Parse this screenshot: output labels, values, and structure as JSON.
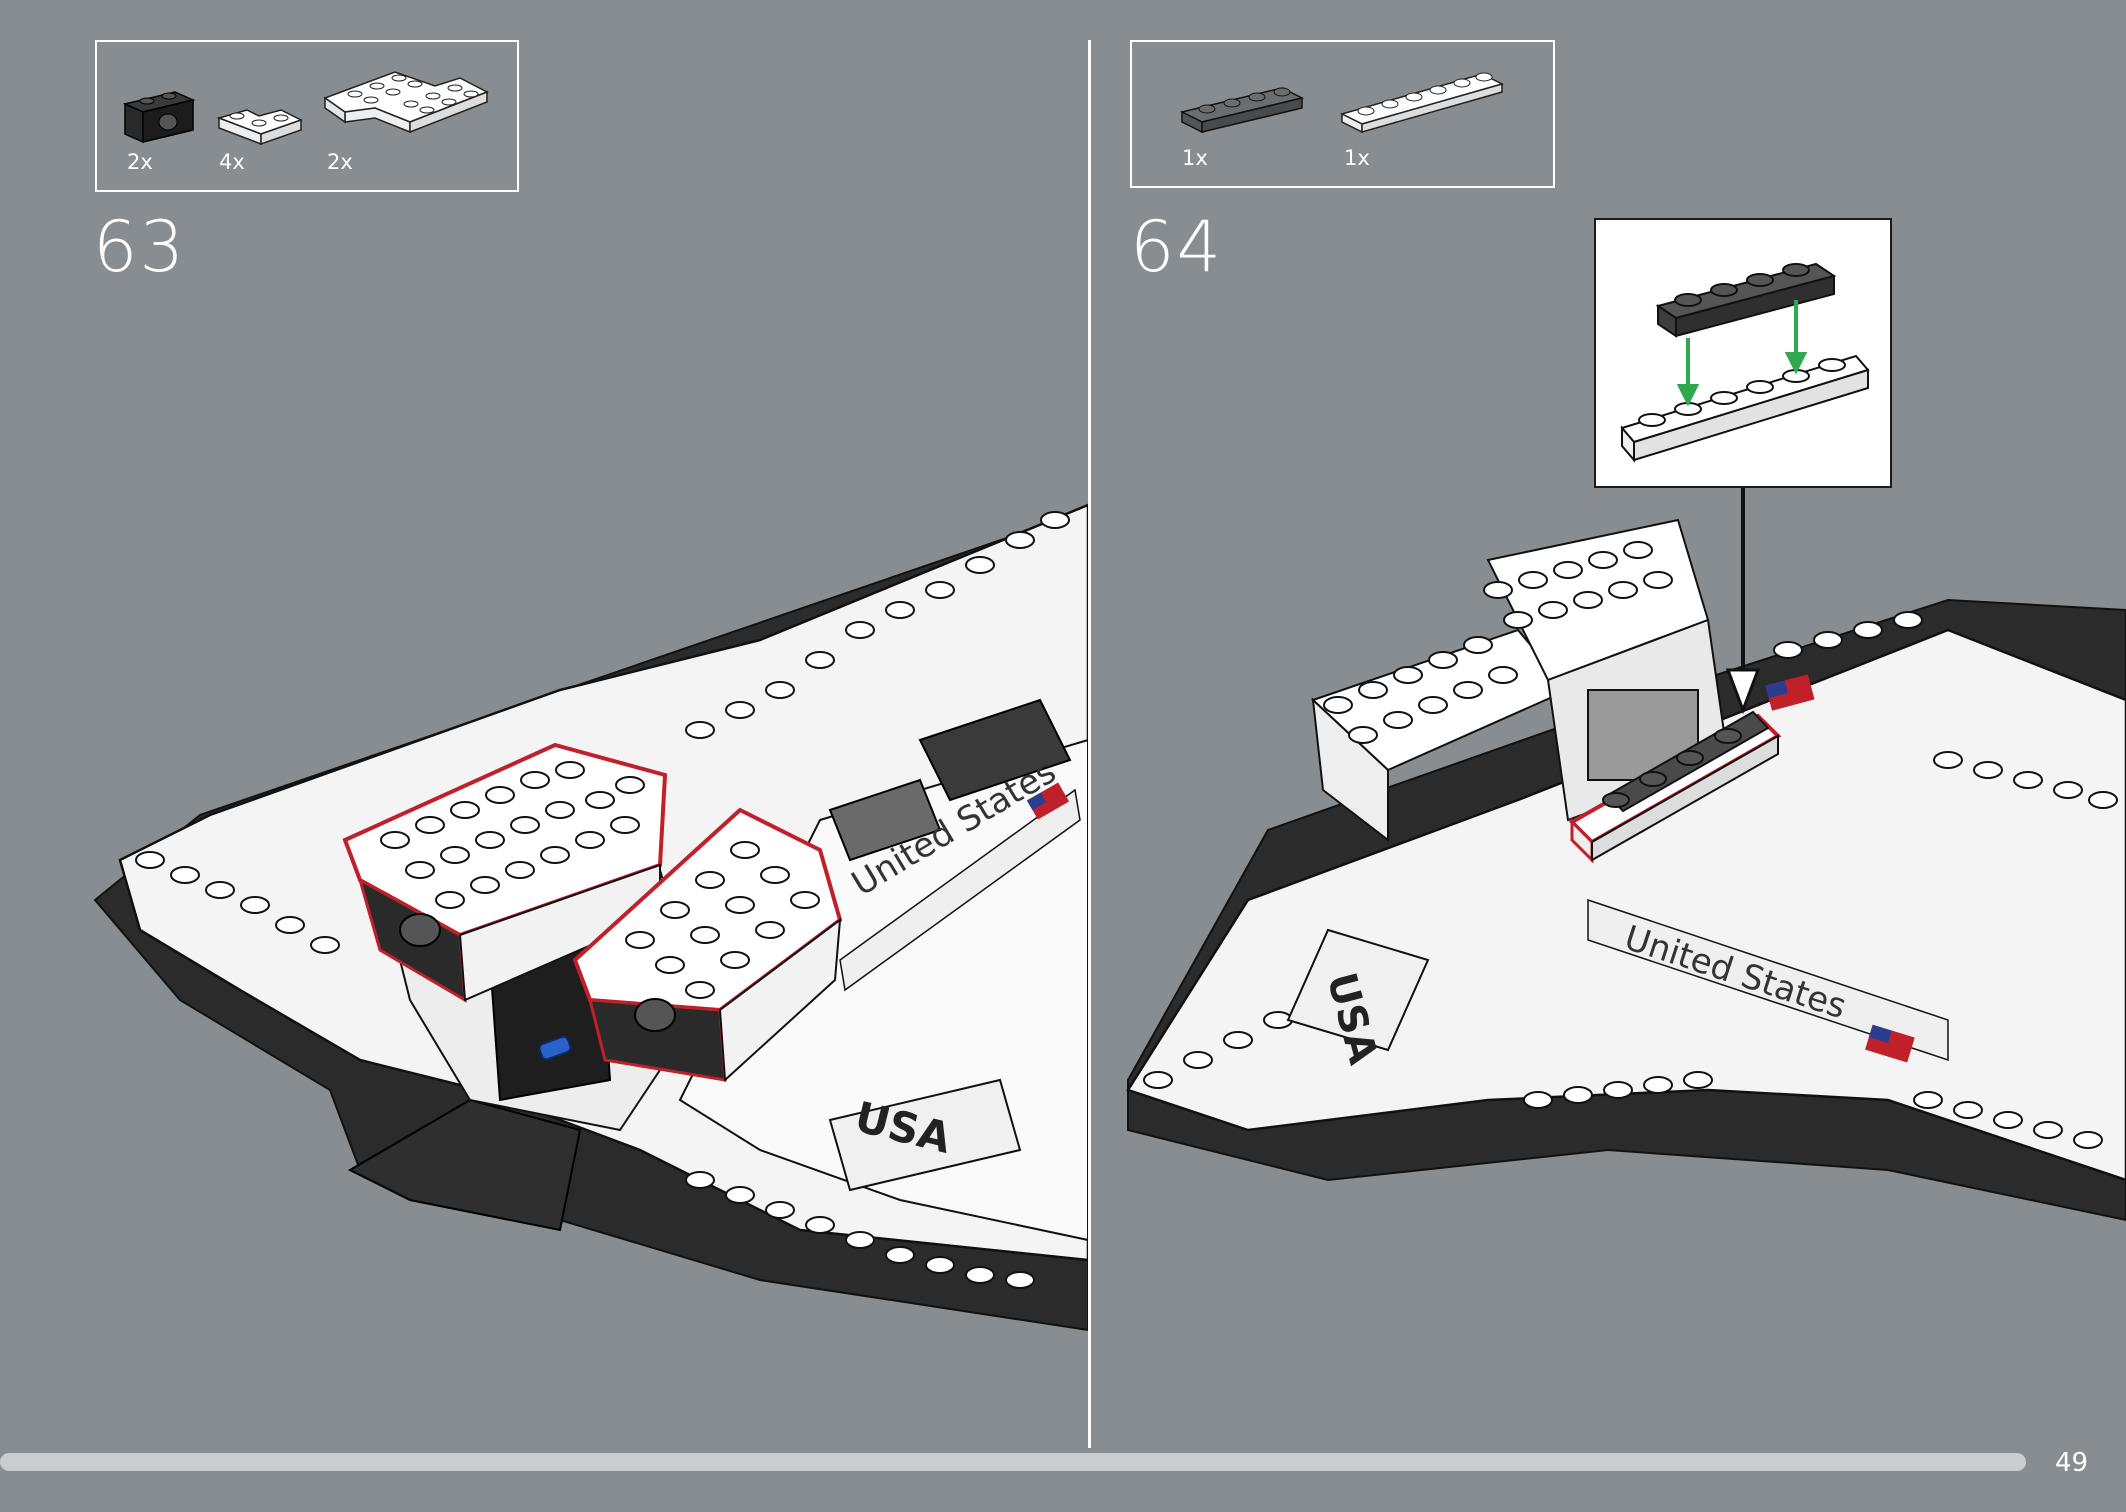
{
  "steps": [
    {
      "number": "63",
      "parts": [
        {
          "qty": "2x",
          "icon": "black-technic-brick-icon",
          "color": "#222222"
        },
        {
          "qty": "4x",
          "icon": "white-corner-plate-icon",
          "color": "#ffffff"
        },
        {
          "qty": "2x",
          "icon": "white-large-corner-plate-icon",
          "color": "#ffffff"
        }
      ]
    },
    {
      "number": "64",
      "parts": [
        {
          "qty": "1x",
          "icon": "dark-gray-plate-1x4-icon",
          "color": "#6b6e70"
        },
        {
          "qty": "1x",
          "icon": "white-plate-1x6-icon",
          "color": "#ffffff"
        }
      ]
    }
  ],
  "model_labels": {
    "left_side_text": "United States",
    "left_wing_text": "USA",
    "right_side_text": "United States",
    "right_wing_text": "USA"
  },
  "page_number": "49",
  "colors": {
    "background": "#878d90",
    "highlight": "#c0202a",
    "arrow": "#2fa84f"
  }
}
